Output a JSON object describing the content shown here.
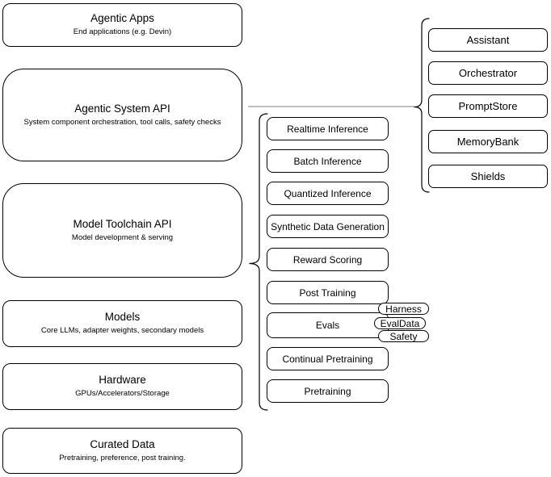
{
  "left_column": [
    {
      "title": "Agentic Apps",
      "subtitle": "End applications (e.g. Devin)"
    },
    {
      "title": "Agentic System API",
      "subtitle": "System component orchestration, tool calls, safety checks"
    },
    {
      "title": "Model Toolchain API",
      "subtitle": "Model development & serving"
    },
    {
      "title": "Models",
      "subtitle": "Core LLMs, adapter weights, secondary models"
    },
    {
      "title": "Hardware",
      "subtitle": "GPUs/Accelerators/Storage"
    },
    {
      "title": "Curated Data",
      "subtitle": "Pretraining, preference, post training."
    }
  ],
  "toolchain_items": [
    "Realtime Inference",
    "Batch Inference",
    "Quantized Inference",
    "Synthetic Data Generation",
    "Reward Scoring",
    "Post Training",
    "Evals",
    "Continual Pretraining",
    "Pretraining"
  ],
  "eval_tags": [
    "Harness",
    "EvalData",
    "Safety"
  ],
  "system_components": [
    "Assistant",
    "Orchestrator",
    "PromptStore",
    "MemoryBank",
    "Shields"
  ],
  "colors": {
    "border": "#000000",
    "background": "#ffffff",
    "text": "#000000",
    "connector": "#999999"
  }
}
